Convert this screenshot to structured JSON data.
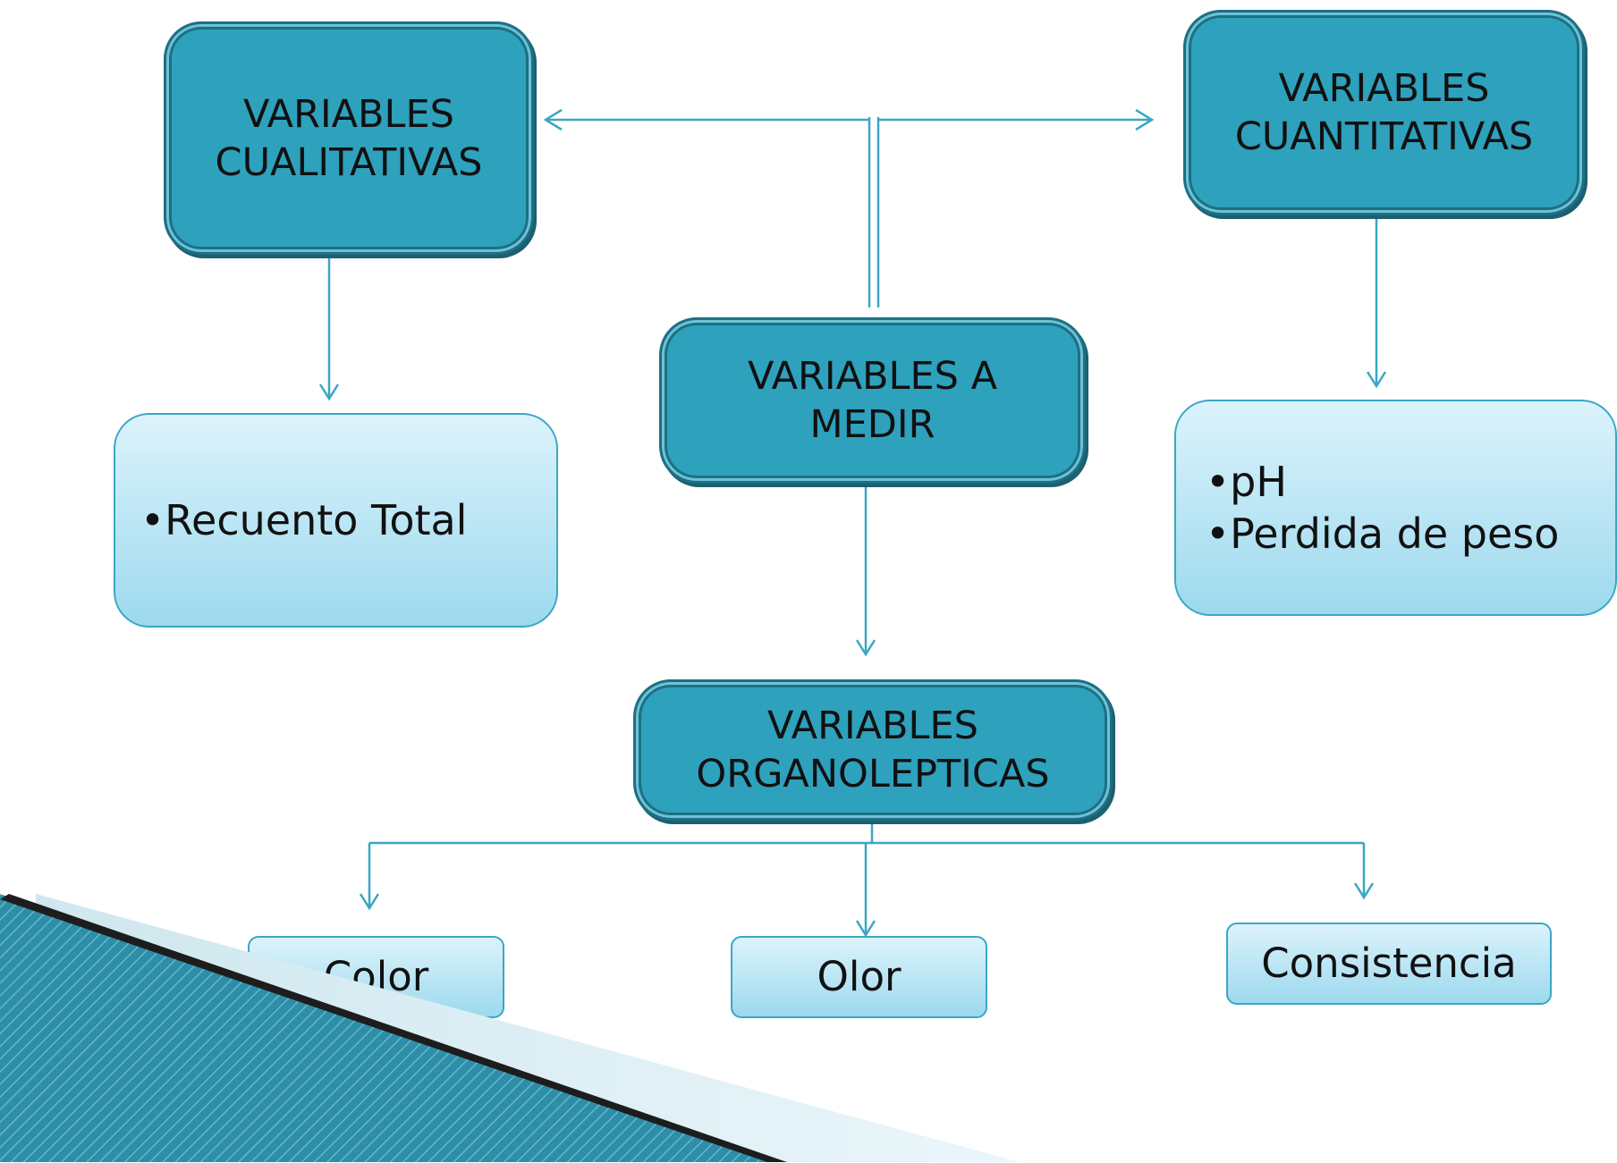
{
  "diagram": {
    "top_left": {
      "line1": "VARIABLES",
      "line2": "CUALITATIVAS"
    },
    "top_right": {
      "line1": "VARIABLES",
      "line2": "CUANTITATIVAS"
    },
    "center": {
      "line1": "VARIABLES A",
      "line2": "MEDIR"
    },
    "organoleptic": {
      "line1": "VARIABLES",
      "line2": "ORGANOLEPTICAS"
    },
    "qualitative_list": [
      "•Recuento Total"
    ],
    "quantitative_list": [
      "•pH",
      "•Perdida de peso"
    ],
    "leaves": [
      "Color",
      "Olor",
      "Consistencia"
    ]
  },
  "colors": {
    "dark_box": "#2ea1bd",
    "light_box": "#c6ebf8",
    "connector": "#3aa7c4"
  }
}
